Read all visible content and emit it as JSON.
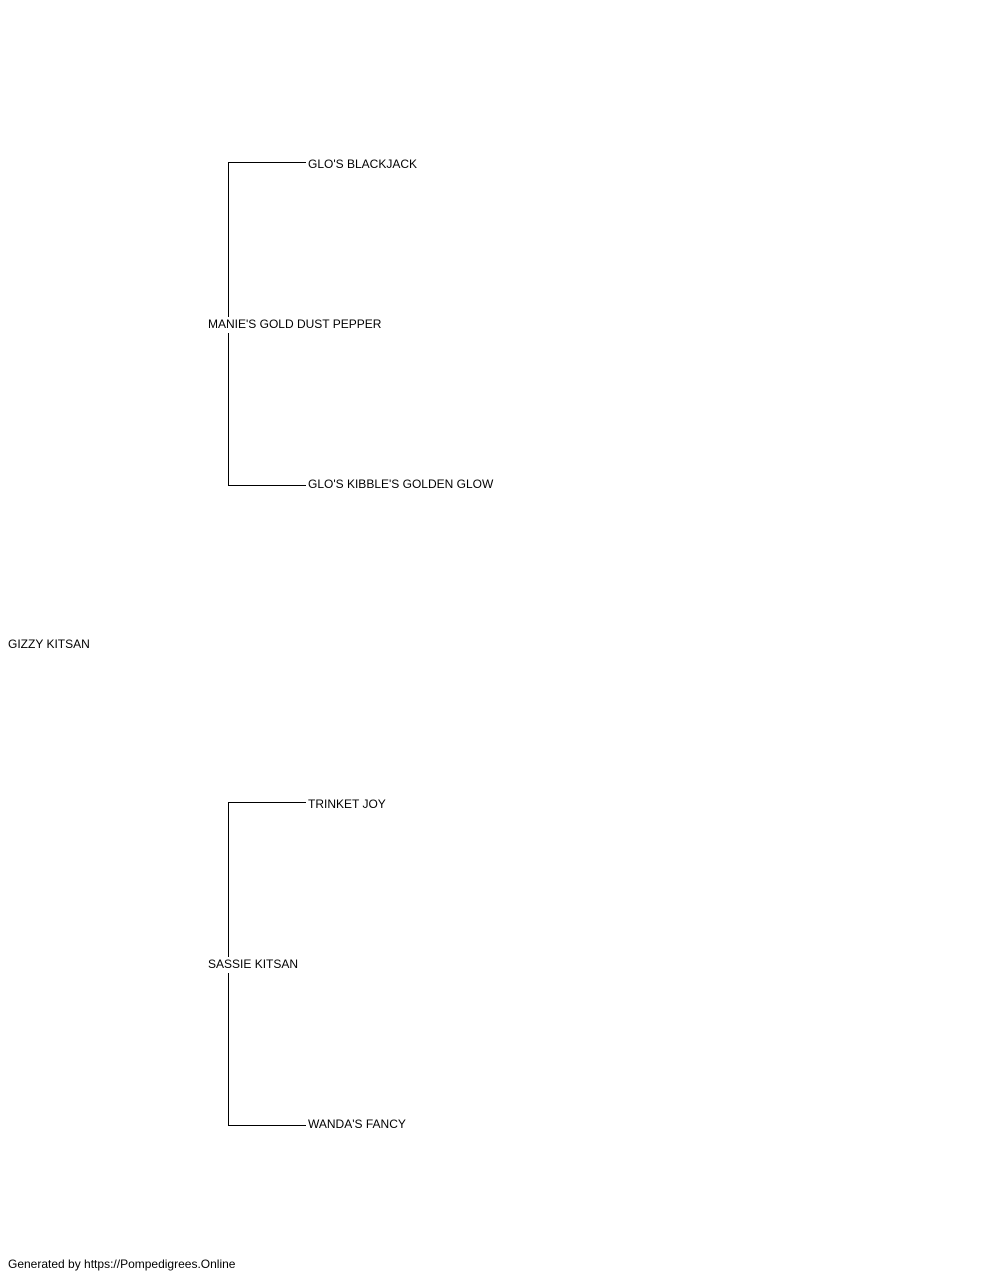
{
  "pedigree": {
    "subject": "GIZZY KITSAN",
    "sire": {
      "name": "MANIE'S GOLD DUST PEPPER",
      "sire": "GLO'S BLACKJACK",
      "dam": "GLO'S KIBBLE'S GOLDEN GLOW"
    },
    "dam": {
      "name": "SASSIE KITSAN",
      "sire": "TRINKET JOY",
      "dam": "WANDA'S FANCY"
    }
  },
  "footer": {
    "text": "Generated by https://Pompedigrees.Online"
  },
  "colors": {
    "line": "#000000",
    "text": "#000000",
    "background": "#ffffff"
  }
}
